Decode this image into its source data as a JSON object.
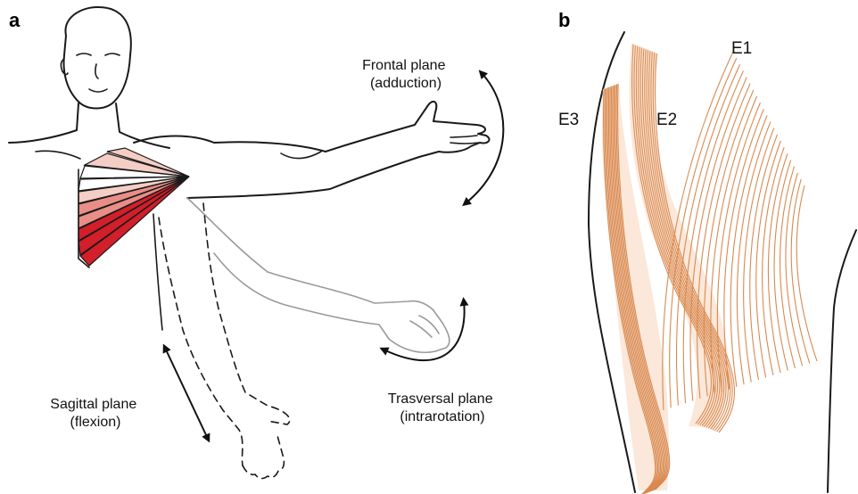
{
  "panels": {
    "a": {
      "letter": "a",
      "frontal": {
        "line1": "Frontal plane",
        "line2": "(adduction)"
      },
      "transversal": {
        "line1": "Trasversal plane",
        "line2": "(intrarotation)"
      },
      "sagittal": {
        "line1": "Sagittal plane",
        "line2": "(flexion)"
      },
      "colors": {
        "muscle_dark": "#d21f2a",
        "muscle_mid": "#e98e86",
        "muscle_light": "#f4cdc4"
      }
    },
    "b": {
      "letter": "b",
      "bundles": [
        "E1",
        "E2",
        "E3"
      ],
      "colors": {
        "fiber": "#d9894f",
        "fill": "#e3a070"
      }
    }
  }
}
